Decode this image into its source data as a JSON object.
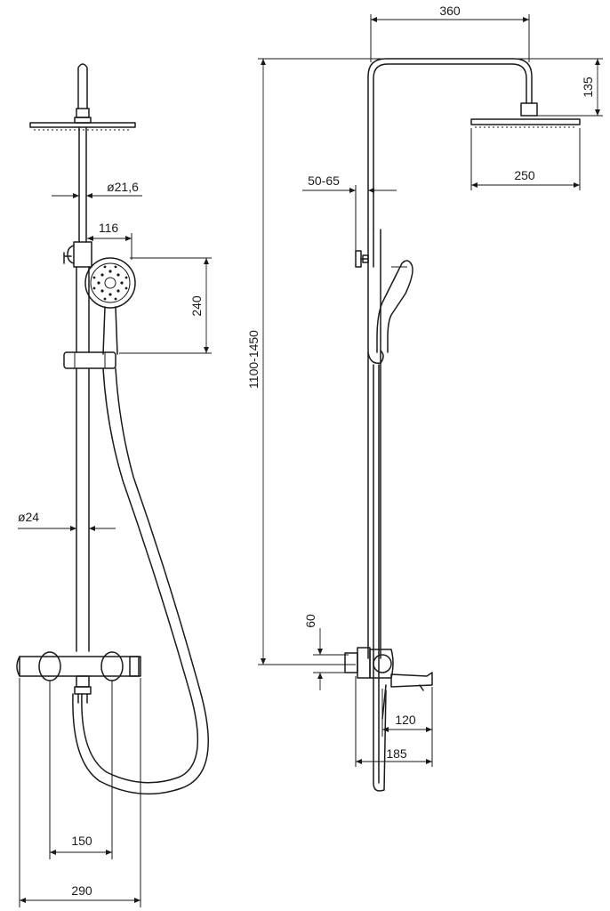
{
  "dimensions": {
    "width_top": "360",
    "rain_drop": "135",
    "rain_diameter": "250",
    "wall_offset": "50-65",
    "pipe_diameter_upper": "ø21,6",
    "hand_width": "116",
    "hand_length": "240",
    "height_range": "1100-1450",
    "pipe_diameter_lower": "ø24",
    "inlet": "60",
    "spout_120": "120",
    "spout_185": "185",
    "spacing_150": "150",
    "width_290": "290"
  }
}
